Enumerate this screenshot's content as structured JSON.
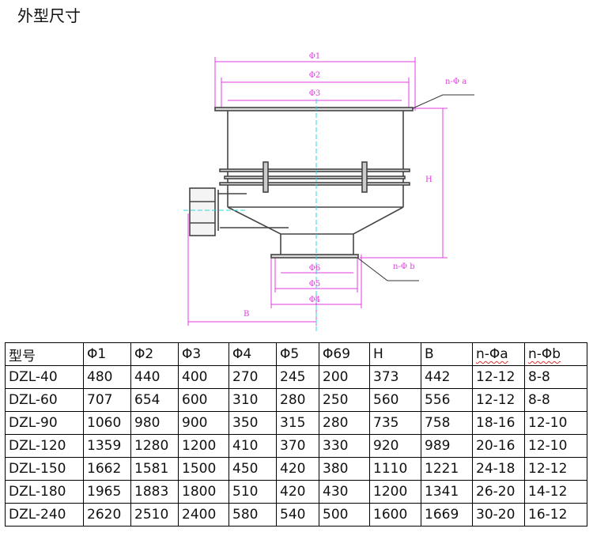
{
  "title": "外型尺寸",
  "drawing": {
    "phi1": "Φ1",
    "phi2": "Φ2",
    "phi3": "Φ3",
    "phi4": "Φ4",
    "phi5": "Φ5",
    "phi6": "Φ6",
    "h": "H",
    "b": "B",
    "n_phi_a": "n-Φ a",
    "n_phi_b": "n-Φ b"
  },
  "table": {
    "headers": [
      "型号",
      "Φ1",
      "Φ2",
      "Φ3",
      "Φ4",
      "Φ5",
      "Φ69",
      "H",
      "B",
      "n-Φa",
      "n-Φb"
    ],
    "rows": [
      [
        "DZL-40",
        "480",
        "440",
        "400",
        "270",
        "245",
        "200",
        "373",
        "442",
        "12-12",
        "8-8"
      ],
      [
        "DZL-60",
        "707",
        "654",
        "600",
        "310",
        "280",
        "250",
        "560",
        "556",
        "12-12",
        "8-8"
      ],
      [
        "DZL-90",
        "1060",
        "980",
        "900",
        "350",
        "315",
        "280",
        "735",
        "758",
        "18-16",
        "12-10"
      ],
      [
        "DZL-120",
        "1359",
        "1280",
        "1200",
        "410",
        "370",
        "330",
        "920",
        "989",
        "20-16",
        "12-10"
      ],
      [
        "DZL-150",
        "1662",
        "1581",
        "1500",
        "450",
        "420",
        "380",
        "1110",
        "1221",
        "24-18",
        "12-12"
      ],
      [
        "DZL-180",
        "1965",
        "1883",
        "1800",
        "510",
        "420",
        "430",
        "1200",
        "1341",
        "26-20",
        "14-12"
      ],
      [
        "DZL-240",
        "2620",
        "2510",
        "2400",
        "580",
        "540",
        "500",
        "1600",
        "1669",
        "30-20",
        "16-12"
      ]
    ]
  }
}
